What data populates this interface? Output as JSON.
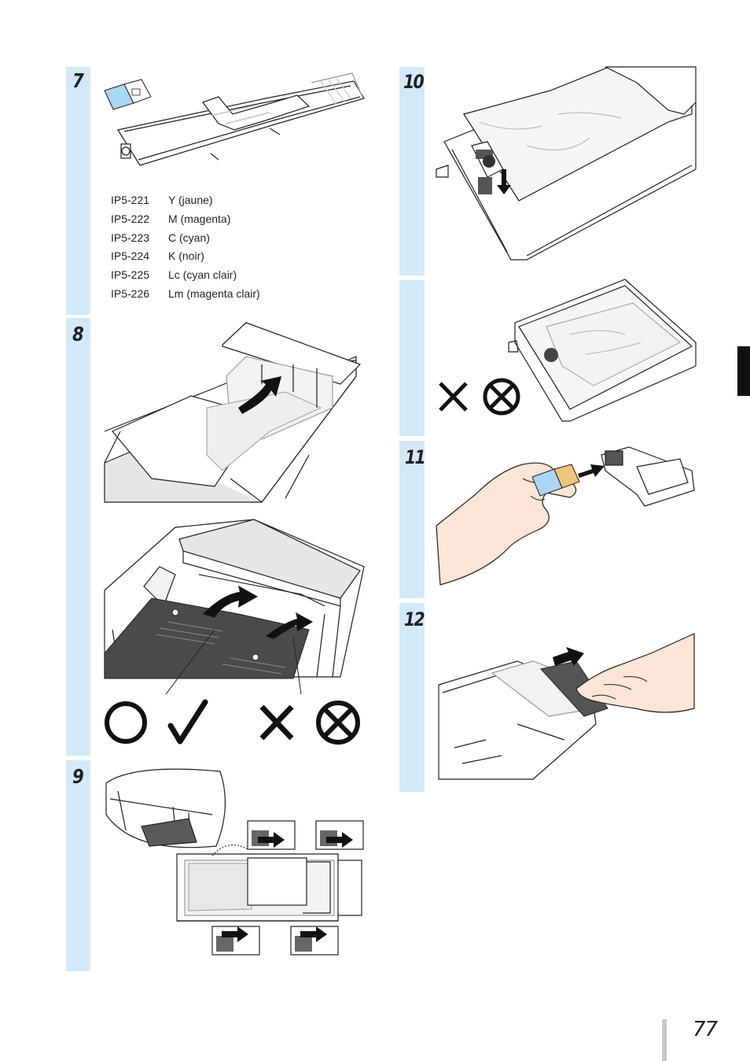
{
  "steps": {
    "s7": "7",
    "s8": "8",
    "s9": "9",
    "s10": "10",
    "s11": "11",
    "s12": "12"
  },
  "parts": [
    {
      "code": "IP5-221",
      "desc": "Y (jaune)"
    },
    {
      "code": "IP5-222",
      "desc": "M (magenta)"
    },
    {
      "code": "IP5-223",
      "desc": "C (cyan)"
    },
    {
      "code": "IP5-224",
      "desc": "K (noir)"
    },
    {
      "code": "IP5-225",
      "desc": "Lc (cyan clair)"
    },
    {
      "code": "IP5-226",
      "desc": "Lm (magenta clair)"
    }
  ],
  "page_number": "77",
  "colors": {
    "strip": "#d3e9f8",
    "chip": "#a9d6f2",
    "hand": "#fbe5d6",
    "dark_bag": "#4a4a4a"
  },
  "icons": {
    "correct": [
      "circle-icon",
      "check-icon"
    ],
    "incorrect": [
      "cross-icon",
      "circle-cross-icon"
    ]
  }
}
